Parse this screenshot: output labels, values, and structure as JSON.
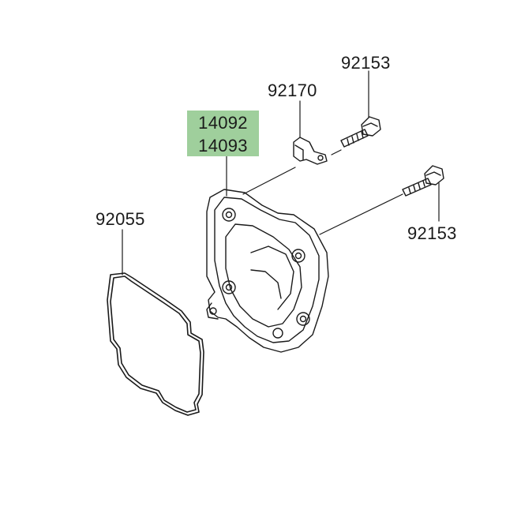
{
  "diagram": {
    "colors": {
      "highlight": "#9fcf9c",
      "line": "#1a1a1a",
      "background": "#ffffff"
    },
    "labels": {
      "cover_primary": "14092",
      "cover_alt": "14093",
      "clamp": "92170",
      "bolt_top": "92153",
      "bolt_right": "92153",
      "gasket": "92055"
    }
  }
}
